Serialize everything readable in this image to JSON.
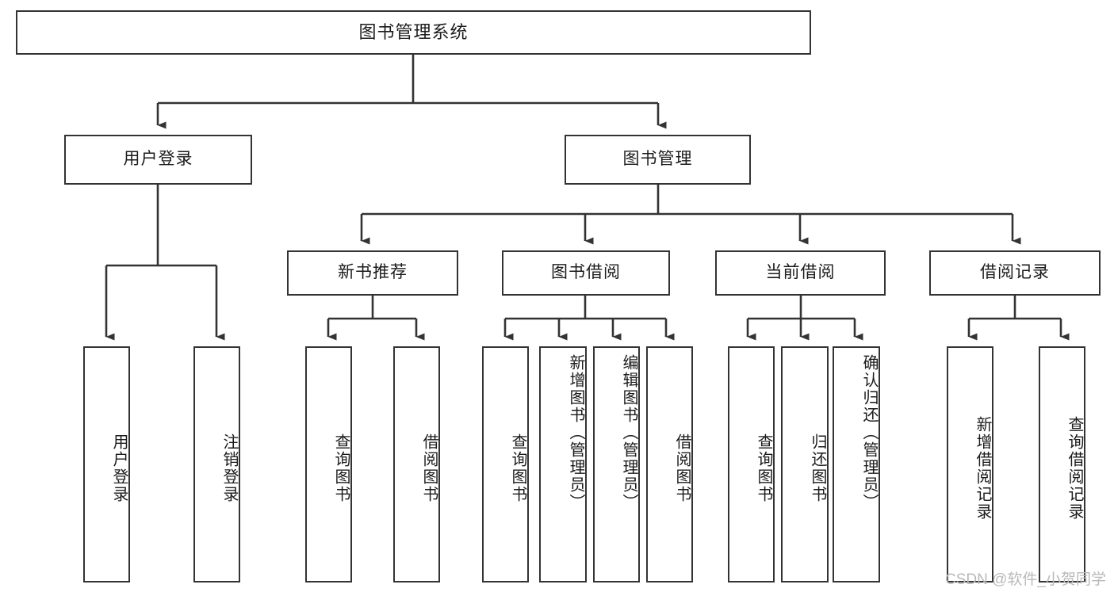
{
  "diagram": {
    "title": "图书管理系统",
    "type": "functional-structure-tree",
    "root": {
      "id": "root",
      "label": "图书管理系统"
    },
    "level1": [
      {
        "id": "user-login",
        "label": "用户登录"
      },
      {
        "id": "book-manage",
        "label": "图书管理"
      }
    ],
    "level2": [
      {
        "id": "new-book-recommend",
        "label": "新书推荐",
        "parent": "book-manage"
      },
      {
        "id": "book-borrow",
        "label": "图书借阅",
        "parent": "book-manage"
      },
      {
        "id": "current-borrow",
        "label": "当前借阅",
        "parent": "book-manage"
      },
      {
        "id": "borrow-record",
        "label": "借阅记录",
        "parent": "book-manage"
      }
    ],
    "leaves": [
      {
        "id": "leaf-user-login",
        "label": "用户登录",
        "parent": "user-login"
      },
      {
        "id": "leaf-logout-login",
        "label": "注销登录",
        "parent": "user-login"
      },
      {
        "id": "leaf-query-book-1",
        "label": "查询图书",
        "parent": "new-book-recommend"
      },
      {
        "id": "leaf-borrow-book-1",
        "label": "借阅图书",
        "parent": "new-book-recommend"
      },
      {
        "id": "leaf-query-book-2",
        "label": "查询图书",
        "parent": "book-borrow"
      },
      {
        "id": "leaf-add-book",
        "label": "新增图书（管理员）",
        "parent": "book-borrow"
      },
      {
        "id": "leaf-edit-book",
        "label": "编辑图书（管理员）",
        "parent": "book-borrow"
      },
      {
        "id": "leaf-borrow-book-2",
        "label": "借阅图书",
        "parent": "book-borrow"
      },
      {
        "id": "leaf-query-book-3",
        "label": "查询图书",
        "parent": "current-borrow"
      },
      {
        "id": "leaf-return-book",
        "label": "归还图书",
        "parent": "current-borrow"
      },
      {
        "id": "leaf-confirm-return",
        "label": "确认归还（管理员）",
        "parent": "current-borrow"
      },
      {
        "id": "leaf-add-record",
        "label": "新增借阅记录",
        "parent": "borrow-record"
      },
      {
        "id": "leaf-query-record",
        "label": "查询借阅记录",
        "parent": "borrow-record"
      }
    ],
    "colors": {
      "stroke": "#333333",
      "background": "#ffffff",
      "text": "#1b1b1b",
      "watermark": "#b9b9b9"
    }
  },
  "watermark": {
    "text": "CSDN @软件_小贺同学"
  }
}
